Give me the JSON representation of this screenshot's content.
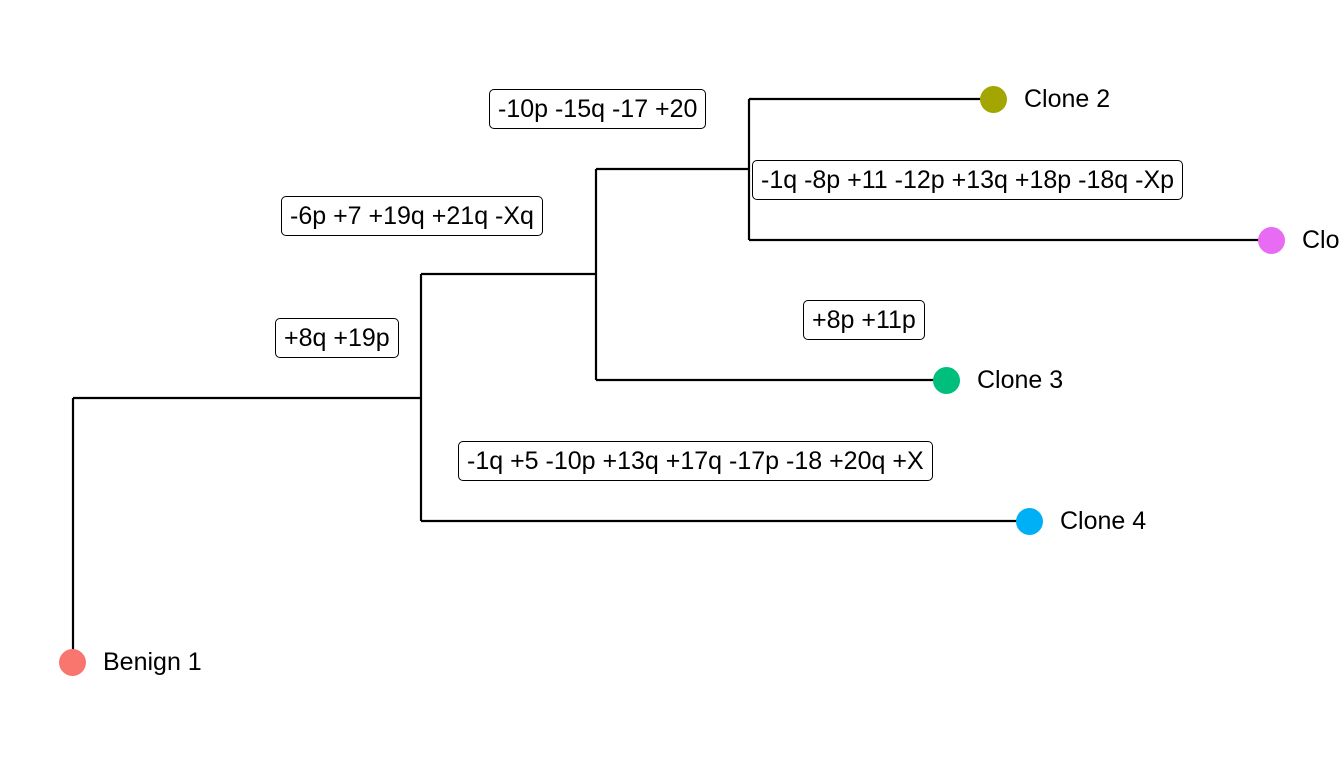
{
  "tips": [
    {
      "id": "benign1",
      "label": "Benign 1",
      "color": "#F8766D"
    },
    {
      "id": "clone2",
      "label": "Clone 2",
      "color": "#A3A500"
    },
    {
      "id": "clone5",
      "label": "Clo",
      "color": "#E76BF3"
    },
    {
      "id": "clone3",
      "label": "Clone 3",
      "color": "#00BF7D"
    },
    {
      "id": "clone4",
      "label": "Clone 4",
      "color": "#00B0F6"
    }
  ],
  "events": [
    {
      "id": "e1",
      "text": "+8q +19p"
    },
    {
      "id": "e2",
      "text": "-6p +7 +19q +21q -Xq"
    },
    {
      "id": "e3",
      "text": "-10p -15q -17 +20"
    },
    {
      "id": "e4",
      "text": "-1q -8p +11 -12p +13q +18p -18q -Xp"
    },
    {
      "id": "e5",
      "text": "+8p +11p"
    },
    {
      "id": "e6",
      "text": "-1q +5 -10p +13q +17q -17p -18 +20q +X"
    }
  ]
}
